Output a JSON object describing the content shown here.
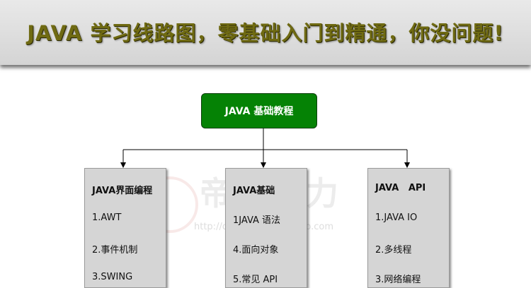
{
  "banner": {
    "title": "JAVA 学习线路图，零基础入门到精通，你没问题!"
  },
  "watermark": {
    "brand": "帝国动力",
    "url": "http://diguodongli.taobao.com"
  },
  "diagram": {
    "root": "JAVA 基础教程",
    "cards": [
      {
        "title": "JAVA界面编程",
        "items": [
          "1.AWT",
          "2.事件机制",
          "3.SWING"
        ]
      },
      {
        "title": "JAVA基础",
        "items": [
          "1JAVA 语法",
          "4.面向对象",
          "5.常见 API"
        ]
      },
      {
        "title": "JAVA   API",
        "items": [
          "1.JAVA IO",
          "2.多线程",
          "3.网络编程"
        ]
      }
    ]
  },
  "colors": {
    "root_fill": "#058205",
    "card_fill": "#d5d5d5",
    "banner_text": "#6f6a12"
  }
}
